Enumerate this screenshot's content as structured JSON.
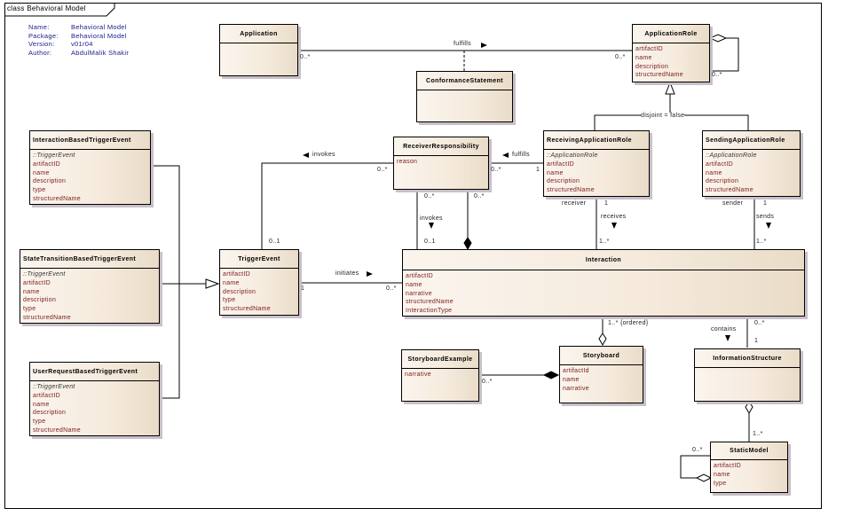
{
  "frame": {
    "title": "class Behavioral Model"
  },
  "meta": {
    "rows": [
      {
        "key": "Name:",
        "value": "Behavioral Model"
      },
      {
        "key": "Package:",
        "value": "Behavioral Model"
      },
      {
        "key": "Version:",
        "value": "v01r04"
      },
      {
        "key": "Author:",
        "value": "AbdulMalik Shakir"
      }
    ]
  },
  "classes": {
    "application": {
      "name": "Application",
      "attrs": []
    },
    "conformance": {
      "name": "ConformanceStatement",
      "attrs": []
    },
    "applicationRole": {
      "name": "ApplicationRole",
      "attrs": [
        "artifactID",
        "name",
        "description",
        "structuredName"
      ]
    },
    "interactionTrigger": {
      "name": "InteractionBasedTriggerEvent",
      "stereo": "::TriggerEvent",
      "attrs": [
        "artifactID",
        "name",
        "description",
        "type",
        "structuredName"
      ]
    },
    "stateTrigger": {
      "name": "StateTransitionBasedTriggerEvent",
      "stereo": "::TriggerEvent",
      "attrs": [
        "artifactID",
        "name",
        "description",
        "type",
        "structuredName"
      ]
    },
    "userTrigger": {
      "name": "UserRequestBasedTriggerEvent",
      "stereo": "::TriggerEvent",
      "attrs": [
        "artifactID",
        "name",
        "description",
        "type",
        "structuredName"
      ]
    },
    "triggerEvent": {
      "name": "TriggerEvent",
      "attrs": [
        "artifactID",
        "name",
        "description",
        "type",
        "structuredName"
      ]
    },
    "receiverResp": {
      "name": "ReceiverResponsibility",
      "attrs": [
        "reason"
      ]
    },
    "receivingRole": {
      "name": "ReceivingApplicationRole",
      "stereo": "::ApplicationRole",
      "attrs": [
        "artifactID",
        "name",
        "description",
        "structuredName"
      ]
    },
    "sendingRole": {
      "name": "SendingApplicationRole",
      "stereo": "::ApplicationRole",
      "attrs": [
        "artifactID",
        "name",
        "description",
        "structuredName"
      ]
    },
    "interaction": {
      "name": "Interaction",
      "attrs": [
        "artifactID",
        "name",
        "narrative",
        "structuredName",
        "InteractionType"
      ]
    },
    "storyboardExample": {
      "name": "StoryboardExample",
      "attrs": [
        "narrative"
      ]
    },
    "storyboard": {
      "name": "Storyboard",
      "attrs": [
        "artifactId",
        "name",
        "narrative"
      ]
    },
    "infoStructure": {
      "name": "InformationStructure",
      "attrs": []
    },
    "staticModel": {
      "name": "StaticModel",
      "attrs": [
        "artifactID",
        "name",
        "type"
      ]
    }
  },
  "labels": {
    "fulfills_top": "fulfills",
    "app_mult": "0..*",
    "approle_mult": "0..*",
    "approle_self_mult": "0..*",
    "disjoint": "disjoint = false",
    "invokes_top": "invokes",
    "invokes_top_mult_rr": "0..*",
    "invokes_top_mult_te": "0..1",
    "fulfills_mid": "fulfills",
    "fulfills_mid_rr": "0..*",
    "fulfills_mid_role": "1",
    "rr_bottom_left": "0..*",
    "rr_bottom_right": "0..*",
    "invokes_mid": "invokes",
    "invokes_mid_mult": "0..1",
    "receiver": "receiver",
    "receiver_mult": "1",
    "receives": "receives",
    "receives_mult": "1..*",
    "sender": "sender",
    "sender_mult": "1",
    "sends": "sends",
    "sends_mult": "1..*",
    "initiates": "initiates",
    "initiates_te": "1",
    "initiates_int": "0..*",
    "ordered": "1..* {ordered}",
    "contains": "contains",
    "contains_int": "0..*",
    "contains_is": "1",
    "sbex_mult": "0..*",
    "sm_parent": "1..*",
    "sm_self": "0..*"
  }
}
